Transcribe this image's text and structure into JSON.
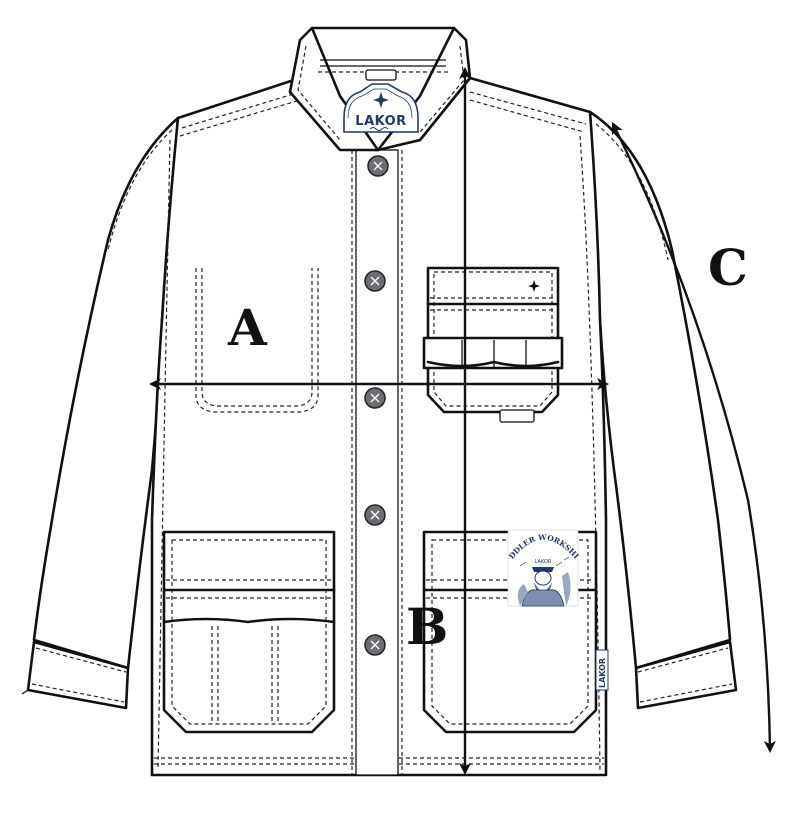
{
  "labels": {
    "chest": "A",
    "length": "B",
    "sleeve": "C"
  },
  "brand": {
    "neck_label": "LAKOR",
    "side_tag": "LAKOR"
  },
  "patch": {
    "title": "PEDDLER WORKSHIRT",
    "subtitle": "LAKOR"
  },
  "colors": {
    "ink": "#111111",
    "brand_navy": "#1f3a66",
    "button_grey": "#6e6e72"
  },
  "icons": {
    "pocket_emblem": "compass-star-icon",
    "label_emblem": "compass-star-icon"
  }
}
